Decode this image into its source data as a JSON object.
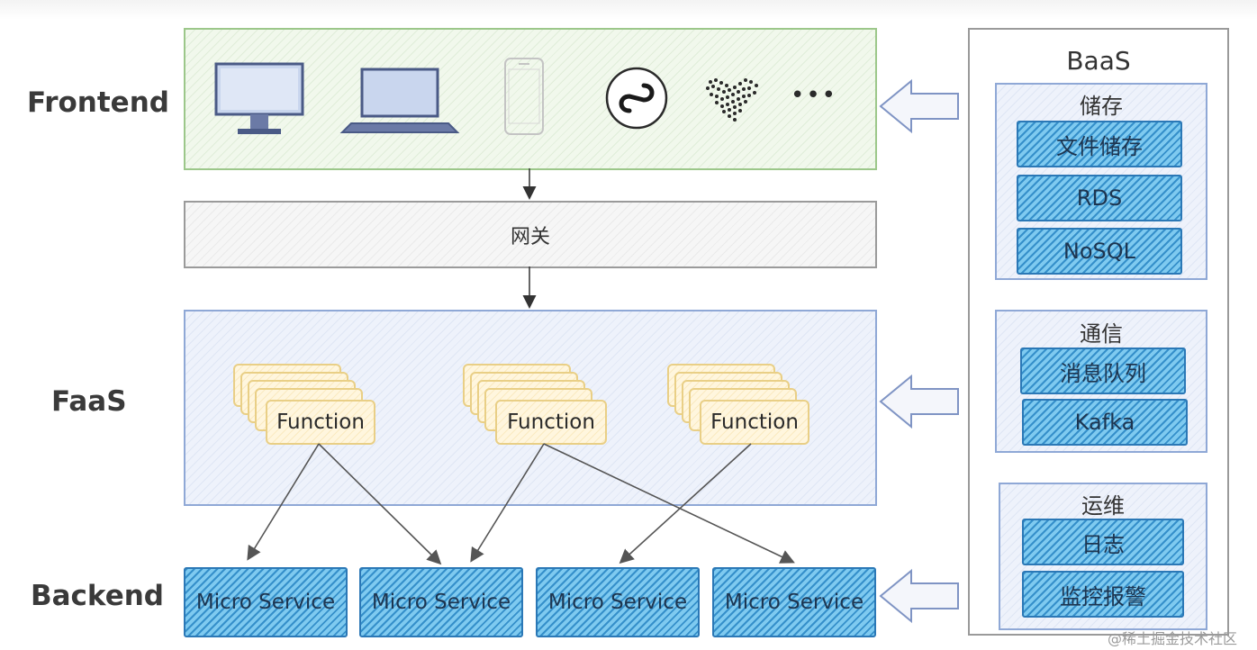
{
  "layers": {
    "frontend": "Frontend",
    "faas": "FaaS",
    "backend": "Backend"
  },
  "frontend_icons": [
    "desktop-monitor-icon",
    "laptop-icon",
    "smartphone-icon",
    "mini-program-icon",
    "dot-cluster-icon",
    "more-ellipsis-icon"
  ],
  "frontend_more": "•••",
  "gateway": {
    "label": "网关"
  },
  "functions": [
    "Function",
    "Function",
    "Function"
  ],
  "micro_services": [
    "Micro Service",
    "Micro Service",
    "Micro Service",
    "Micro Service"
  ],
  "baas": {
    "title": "BaaS",
    "groups": [
      {
        "title": "储存",
        "items": [
          "文件储存",
          "RDS",
          "NoSQL"
        ]
      },
      {
        "title": "通信",
        "items": [
          "消息队列",
          "Kafka"
        ]
      },
      {
        "title": "运维",
        "items": [
          "日志",
          "监控报警"
        ]
      }
    ]
  },
  "colors": {
    "frontend_border": "#9cc78a",
    "faas_border": "#8fa8d6",
    "service_fill": "#5db8e6",
    "function_border": "#e9cf86"
  },
  "watermark": "@稀土掘金技术社区"
}
